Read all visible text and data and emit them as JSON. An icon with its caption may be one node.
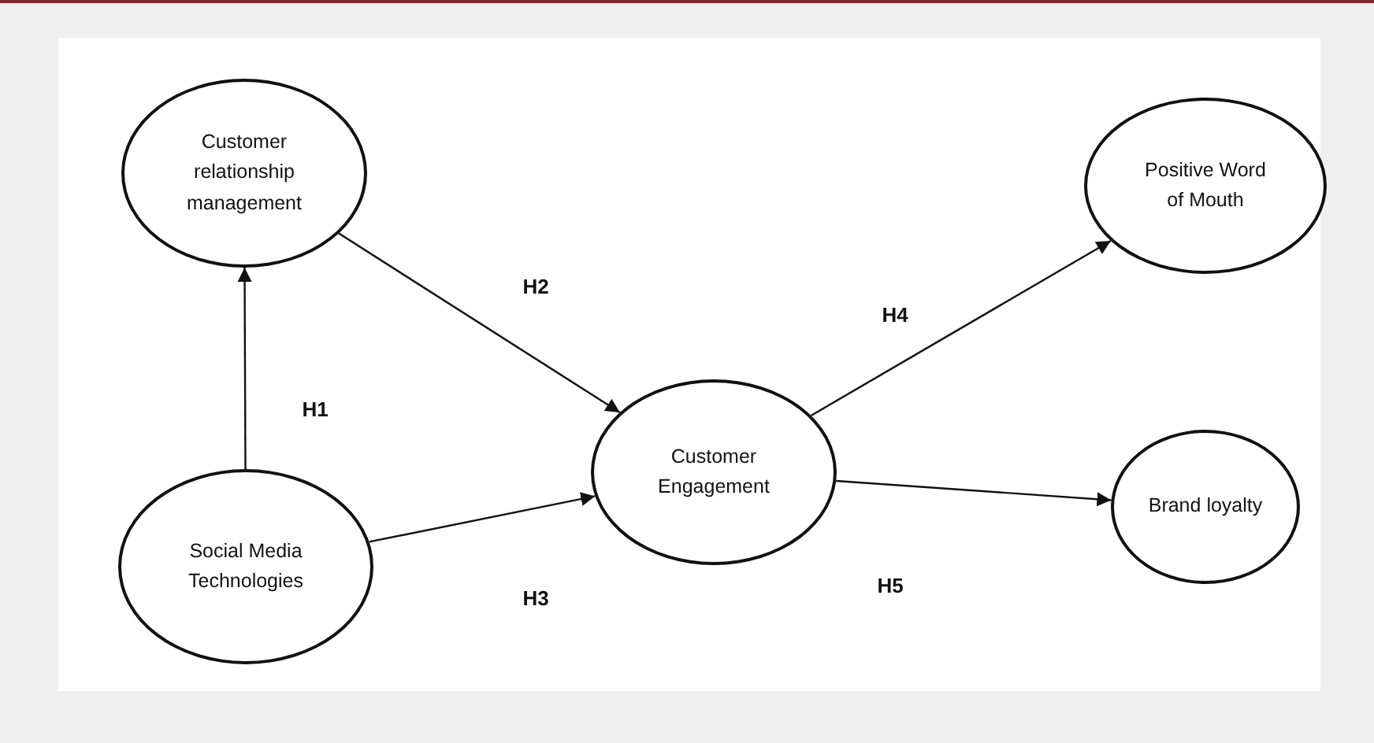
{
  "diagram": {
    "nodes": [
      {
        "text": [
          "Customer relationship management"
        ]
      },
      {
        "text": [
          "Social Media Technologies"
        ]
      },
      {
        "text": [
          "Customer Engagement"
        ]
      },
      {
        "text": [
          "Positive Word of Mouth"
        ]
      },
      {
        "text": [
          "Brand loyalty"
        ]
      }
    ],
    "edges": [
      {
        "from": 1,
        "to": 0,
        "arrow": "to",
        "label": "H1"
      },
      {
        "from": 0,
        "to": 2,
        "arrow": "to",
        "label": "H2"
      },
      {
        "from": 1,
        "to": 2,
        "arrow": "to",
        "label": "H3"
      },
      {
        "from": 2,
        "to": 3,
        "arrow": "to",
        "label": "H4"
      },
      {
        "from": 2,
        "to": 4,
        "arrow": "to",
        "label": "H5"
      }
    ]
  }
}
